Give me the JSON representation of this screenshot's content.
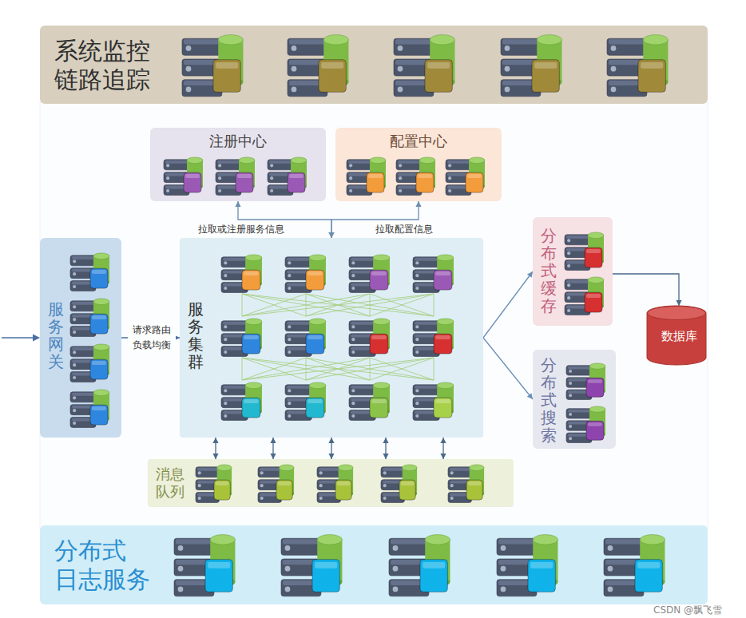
{
  "diagram": {
    "nodes": [
      {
        "text": [
          "系统监控 链路追踪"
        ]
      },
      {
        "text": [
          "注册中心"
        ]
      },
      {
        "text": [
          "配置中心"
        ]
      },
      {
        "text": [
          "服务网关"
        ]
      },
      {
        "text": [
          "服务集群"
        ]
      },
      {
        "text": [
          "分布式缓存"
        ]
      },
      {
        "text": [
          "分布式搜索"
        ]
      },
      {
        "text": [
          "数据库"
        ]
      },
      {
        "text": [
          "消息 队列"
        ]
      },
      {
        "text": [
          "分布式 日志服务"
        ]
      }
    ],
    "edges": [
      {
        "from": 4,
        "to": 1,
        "label": "拉取或注册服务信息",
        "arrow": "both"
      },
      {
        "from": 4,
        "to": 2,
        "label": "拉取配置信息",
        "arrow": "both"
      },
      {
        "from": 3,
        "to": 4,
        "label": "请求路由 负载均衡",
        "arrow": "to"
      },
      {
        "from": 4,
        "to": 5,
        "arrow": "to"
      },
      {
        "from": 4,
        "to": 6,
        "arrow": "to"
      },
      {
        "from": 5,
        "to": 7,
        "arrow": "to"
      },
      {
        "from": 4,
        "to": 8,
        "arrow": "both"
      },
      {
        "from": 4,
        "to": 8,
        "arrow": "both"
      },
      {
        "from": 4,
        "to": 8,
        "arrow": "both"
      },
      {
        "from": 4,
        "to": 8,
        "arrow": "both"
      },
      {
        "from": 4,
        "to": 8,
        "arrow": "both"
      }
    ],
    "labels": [
      "CSDN @飘飞雪"
    ]
  }
}
